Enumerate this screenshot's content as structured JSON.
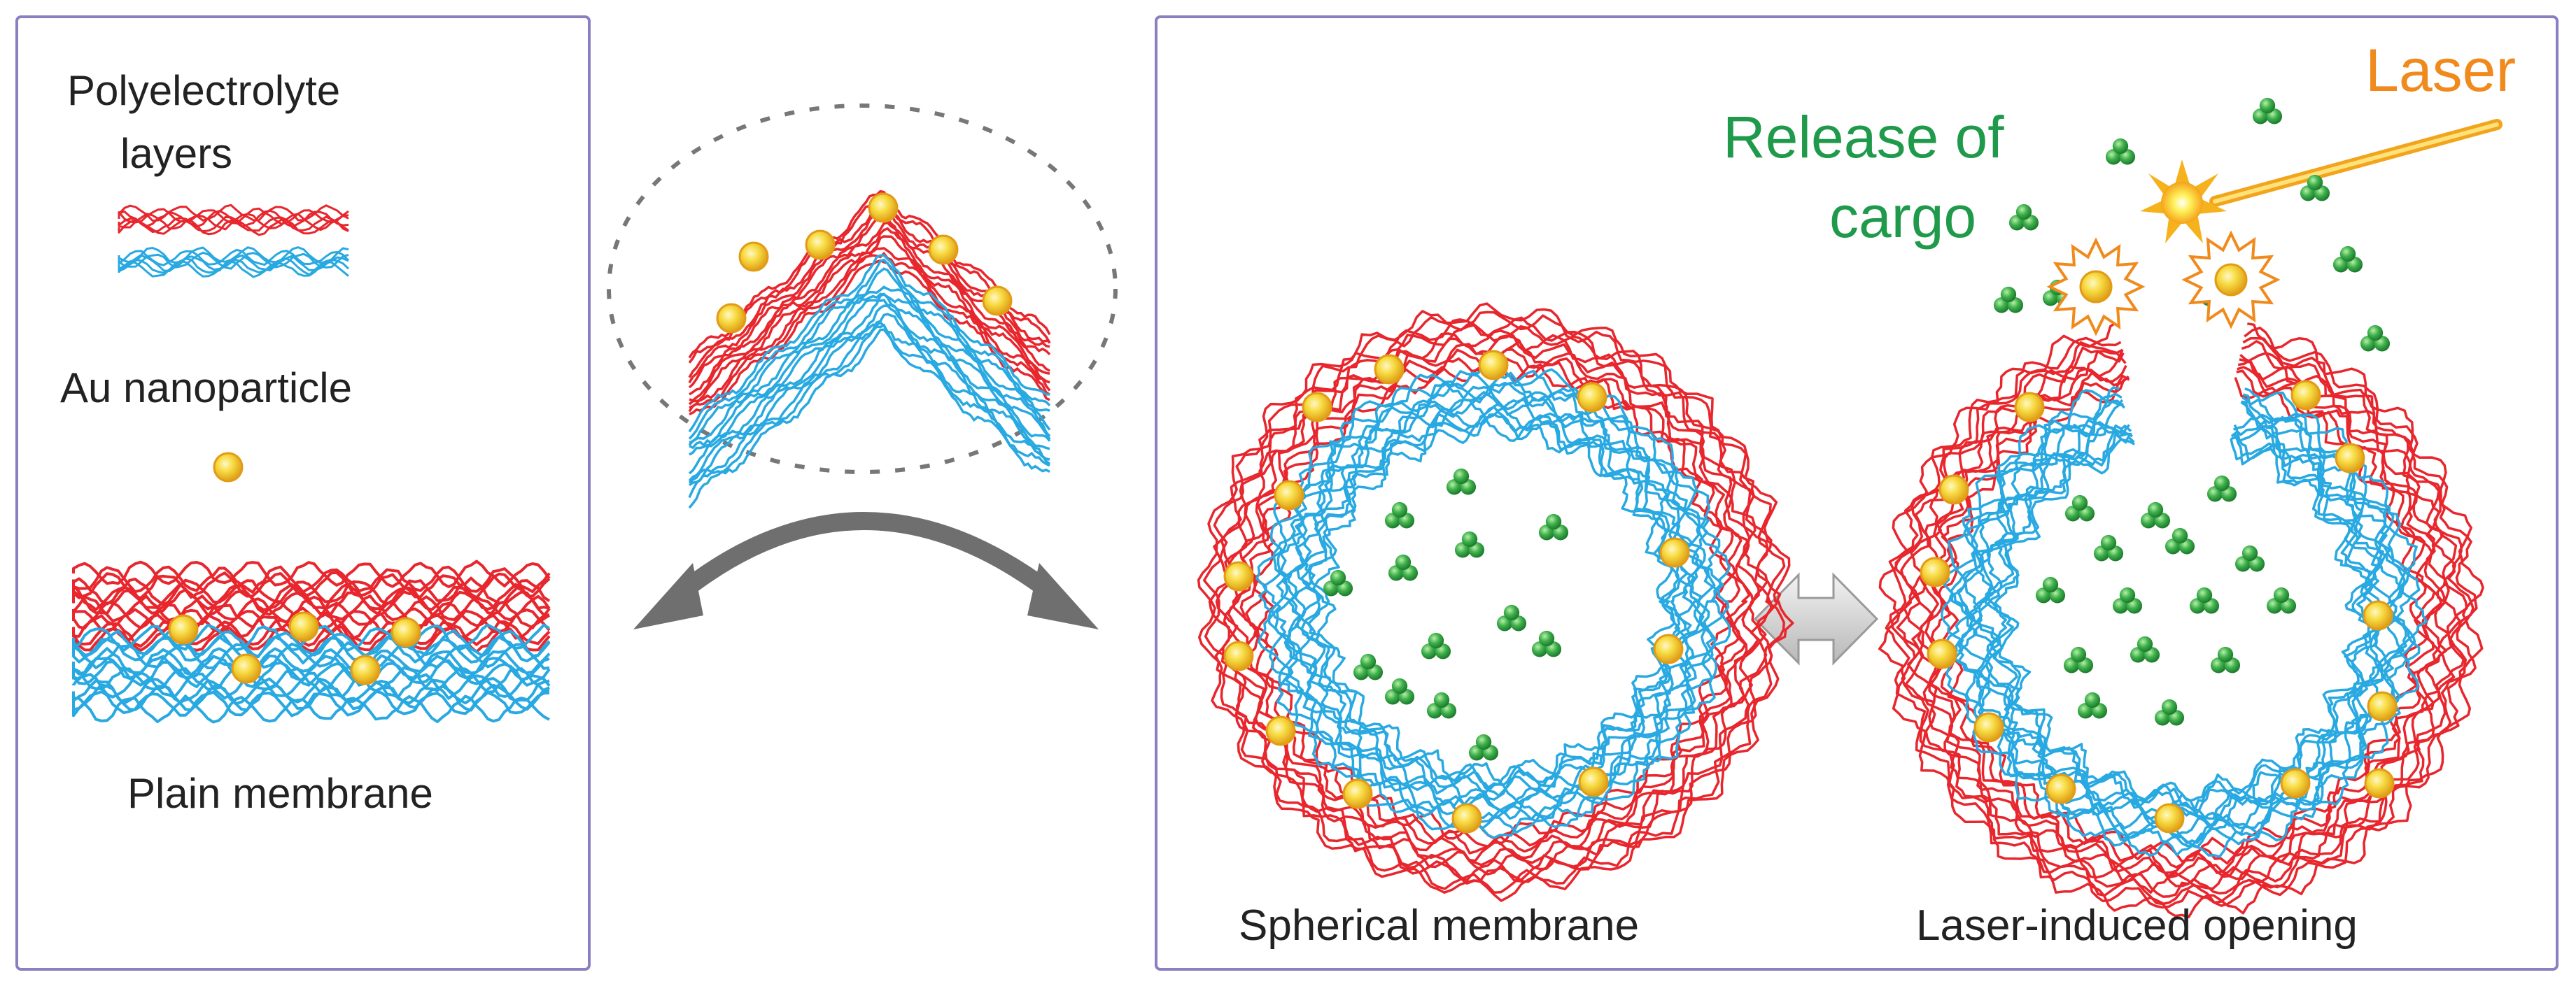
{
  "labels": {
    "polyelectrolyte_line1": "Polyelectrolyte",
    "polyelectrolyte_line2": "layers",
    "au_nanoparticle": "Au nanoparticle",
    "plain_membrane": "Plain membrane",
    "release_line1": "Release of",
    "release_line2": "cargo",
    "laser": "Laser",
    "spherical_membrane": "Spherical membrane",
    "laser_opening": "Laser-induced opening"
  },
  "colors": {
    "red_layer": "#e8262d",
    "blue_layer": "#29a9e1",
    "gold": "#f7d43c",
    "cargo_green": "#2ca24a",
    "laser_orange": "#f08a1c",
    "arrow_gray": "#6f6f6f",
    "panel_border": "#8a7fc0"
  }
}
